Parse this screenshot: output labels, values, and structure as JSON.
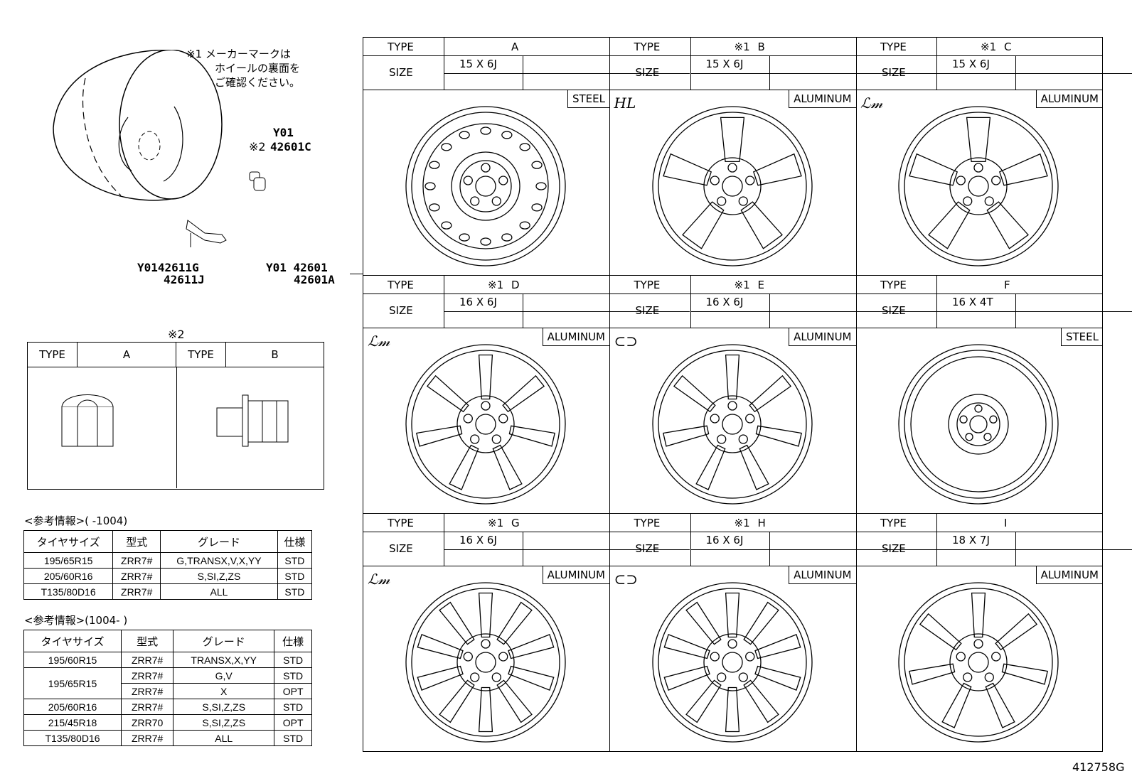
{
  "note_main": [
    "※1  メーカーマークは",
    "ホイールの裏面を",
    "ご確認ください。"
  ],
  "parts": {
    "cap_prefix": "Y01",
    "cap_mark": "※2",
    "cap_part": "42601C",
    "valve_1": "Y0142611G",
    "valve_2": "42611J",
    "wheel_1": "Y01 42601",
    "wheel_2": "42601A"
  },
  "nut_table": {
    "title": "※2",
    "type_label": "TYPE",
    "types": [
      "A",
      "B"
    ]
  },
  "ref1": {
    "caption": "<参考情報>(      -1004)",
    "headers": [
      "タイヤサイズ",
      "型式",
      "グレード",
      "仕様"
    ],
    "rows": [
      [
        "195/65R15",
        "ZRR7#",
        "G,TRANSX,V,X,YY",
        "STD"
      ],
      [
        "205/60R16",
        "ZRR7#",
        "S,SI,Z,ZS",
        "STD"
      ],
      [
        "T135/80D16",
        "ZRR7#",
        "ALL",
        "STD"
      ]
    ]
  },
  "ref2": {
    "caption": "<参考情報>(1004-       )",
    "headers": [
      "タイヤサイズ",
      "型式",
      "グレード",
      "仕様"
    ],
    "rows": [
      [
        "195/60R15",
        "ZRR7#",
        "TRANSX,X,YY",
        "STD"
      ],
      [
        "195/65R15",
        "ZRR7#",
        "G,V",
        "STD"
      ],
      [
        "",
        "ZRR7#",
        "X",
        "OPT"
      ],
      [
        "205/60R16",
        "ZRR7#",
        "S,SI,Z,ZS",
        "STD"
      ],
      [
        "215/45R18",
        "ZRR70",
        "S,SI,Z,ZS",
        "OPT"
      ],
      [
        "T135/80D16",
        "ZRR7#",
        "ALL",
        "STD"
      ]
    ]
  },
  "wheel_grid": {
    "type_label": "TYPE",
    "size_label": "SIZE",
    "cells": [
      {
        "type": "A",
        "mark": "",
        "size": "15 X 6J",
        "material": "STEEL",
        "logo": "",
        "style": "steel15"
      },
      {
        "type": "B",
        "mark": "※1",
        "size": "15 X 6J",
        "material": "ALUMINUM",
        "logo": "HL",
        "style": "spoke5"
      },
      {
        "type": "C",
        "mark": "※1",
        "size": "15 X 6J",
        "material": "ALUMINUM",
        "logo": "ℒ𝓂",
        "style": "spoke5"
      },
      {
        "type": "D",
        "mark": "※1",
        "size": "16 X 6J",
        "material": "ALUMINUM",
        "logo": "ℒ𝓂",
        "style": "spoke7"
      },
      {
        "type": "E",
        "mark": "※1",
        "size": "16 X 6J",
        "material": "ALUMINUM",
        "logo": "⊂⊃",
        "style": "spoke7"
      },
      {
        "type": "F",
        "mark": "",
        "size": "16 X 4T",
        "material": "STEEL",
        "logo": "",
        "style": "spare"
      },
      {
        "type": "G",
        "mark": "※1",
        "size": "16 X 6J",
        "material": "ALUMINUM",
        "logo": "ℒ𝓂",
        "style": "spoke10"
      },
      {
        "type": "H",
        "mark": "※1",
        "size": "16 X 6J",
        "material": "ALUMINUM",
        "logo": "⊂⊃",
        "style": "spoke10"
      },
      {
        "type": "I",
        "mark": "",
        "size": "18 X 7J",
        "material": "ALUMINUM",
        "logo": "",
        "style": "spoke7"
      }
    ]
  },
  "diagram_code": "412758G"
}
